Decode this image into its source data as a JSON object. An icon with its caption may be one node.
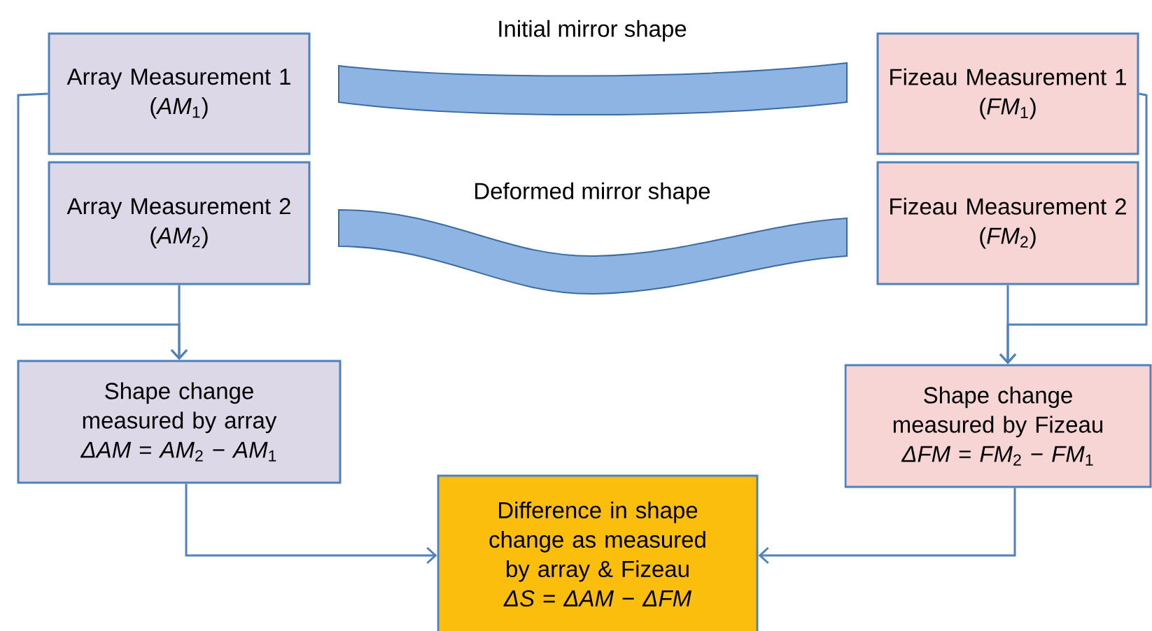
{
  "diagram": {
    "nodes": [
      {
        "text": [
          "Array Measurement 1",
          "(*AM*$_{1}$)"
        ]
      },
      {
        "text": [
          "Initial mirror shape"
        ]
      },
      {
        "text": [
          "Fizeau Measurement 1",
          "(*FM*$_{1}$)"
        ]
      },
      {
        "text": [
          "Array Measurement 2",
          "(*AM*$_{2}$)"
        ]
      },
      {
        "text": [
          "Deformed mirror shape"
        ]
      },
      {
        "text": [
          "Fizeau Measurement 2",
          "(*FM*$_{2}$)"
        ]
      },
      {
        "text": [
          "Shape change measured by array",
          "*ΔAM* = *AM*$_{2}$ − *AM*$_{1}$"
        ]
      },
      {
        "text": [
          "Shape change measured by Fizeau",
          "*ΔFM* = *FM*$_{2}$ − *FM*$_{1}$"
        ]
      },
      {
        "text": [
          "Difference in shape change as measured by array & Fizeau",
          "*ΔS* = *ΔAM* − *ΔFM*"
        ]
      }
    ],
    "edges": [
      {
        "from": 0,
        "to": 6,
        "arrow": "to"
      },
      {
        "from": 3,
        "to": 6,
        "arrow": "to"
      },
      {
        "from": 2,
        "to": 7,
        "arrow": "to"
      },
      {
        "from": 5,
        "to": 7,
        "arrow": "to"
      },
      {
        "from": 6,
        "to": 8,
        "arrow": "to"
      },
      {
        "from": 7,
        "to": 8,
        "arrow": "to"
      }
    ]
  }
}
